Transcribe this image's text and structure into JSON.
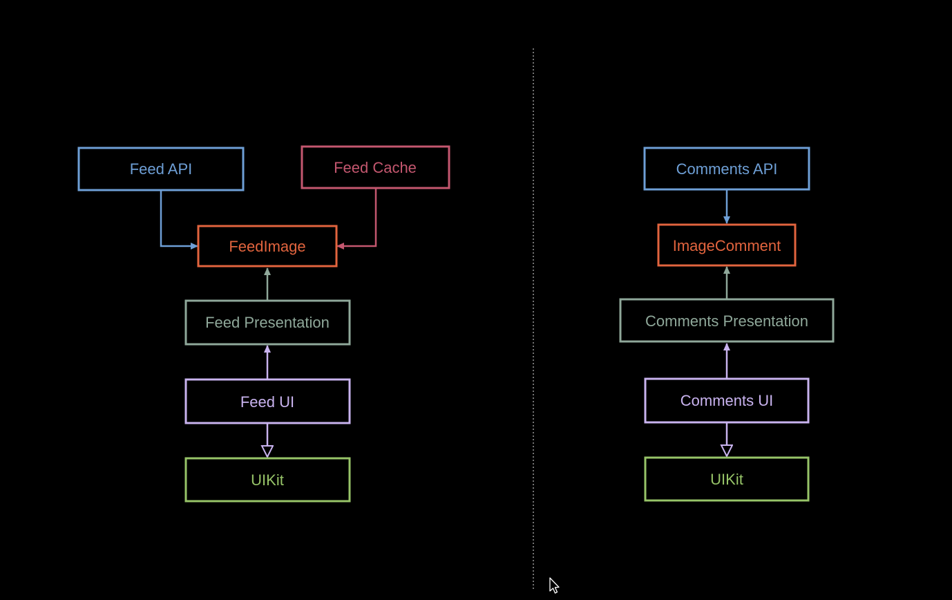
{
  "colors": {
    "background": "#000000",
    "api": "#6e9fd6",
    "cache": "#c4576f",
    "model": "#e2643e",
    "presentation": "#8fa89a",
    "ui": "#c9b3ef",
    "uikit": "#97c468",
    "divider": "#9a9a9a"
  },
  "feed": {
    "api": "Feed API",
    "cache": "Feed Cache",
    "model": "FeedImage",
    "presentation": "Feed Presentation",
    "ui": "Feed UI",
    "uikit": "UIKit"
  },
  "comments": {
    "api": "Comments API",
    "model": "ImageComment",
    "presentation": "Comments Presentation",
    "ui": "Comments UI",
    "uikit": "UIKit"
  }
}
